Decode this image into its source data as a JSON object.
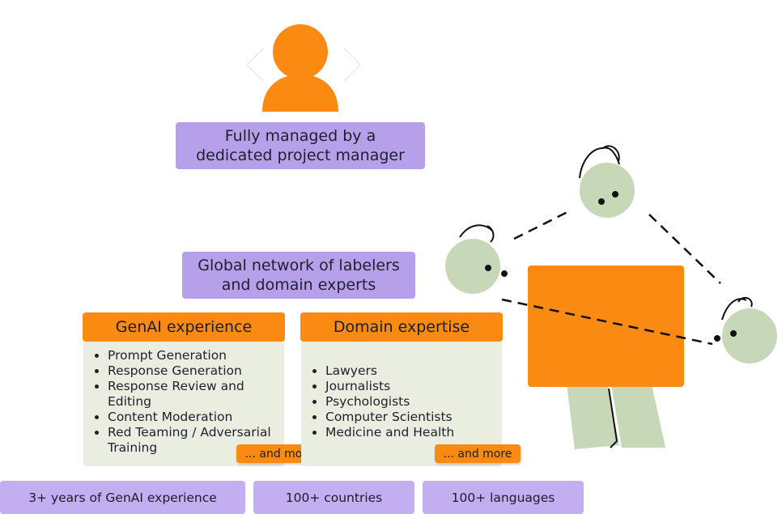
{
  "manager": {
    "icon": "person-icon",
    "label_line1": "Fully managed by a",
    "label_line2": "dedicated project manager"
  },
  "network": {
    "label_line1": "Global network of labelers",
    "label_line2": "and domain experts"
  },
  "genai": {
    "title": "GenAI experience",
    "items": [
      "Prompt Generation",
      "Response Generation",
      "Response Review and Editing",
      "Content Moderation",
      "Red Teaming / Adversarial Training"
    ],
    "more": "... and more"
  },
  "domain": {
    "title": "Domain expertise",
    "items": [
      "Lawyers",
      "Journalists",
      "Psychologists",
      "Computer Scientists",
      "Medicine and Health"
    ],
    "more": "... and more"
  },
  "stats": {
    "years": "3+ years of GenAI experience",
    "countries": "100+ countries",
    "languages": "100+ languages"
  },
  "illustration": {
    "icon": "connected-people-illustration",
    "colors": {
      "orange": "#fb8a12",
      "green": "#c7d8b9",
      "ink": "#111111"
    }
  }
}
